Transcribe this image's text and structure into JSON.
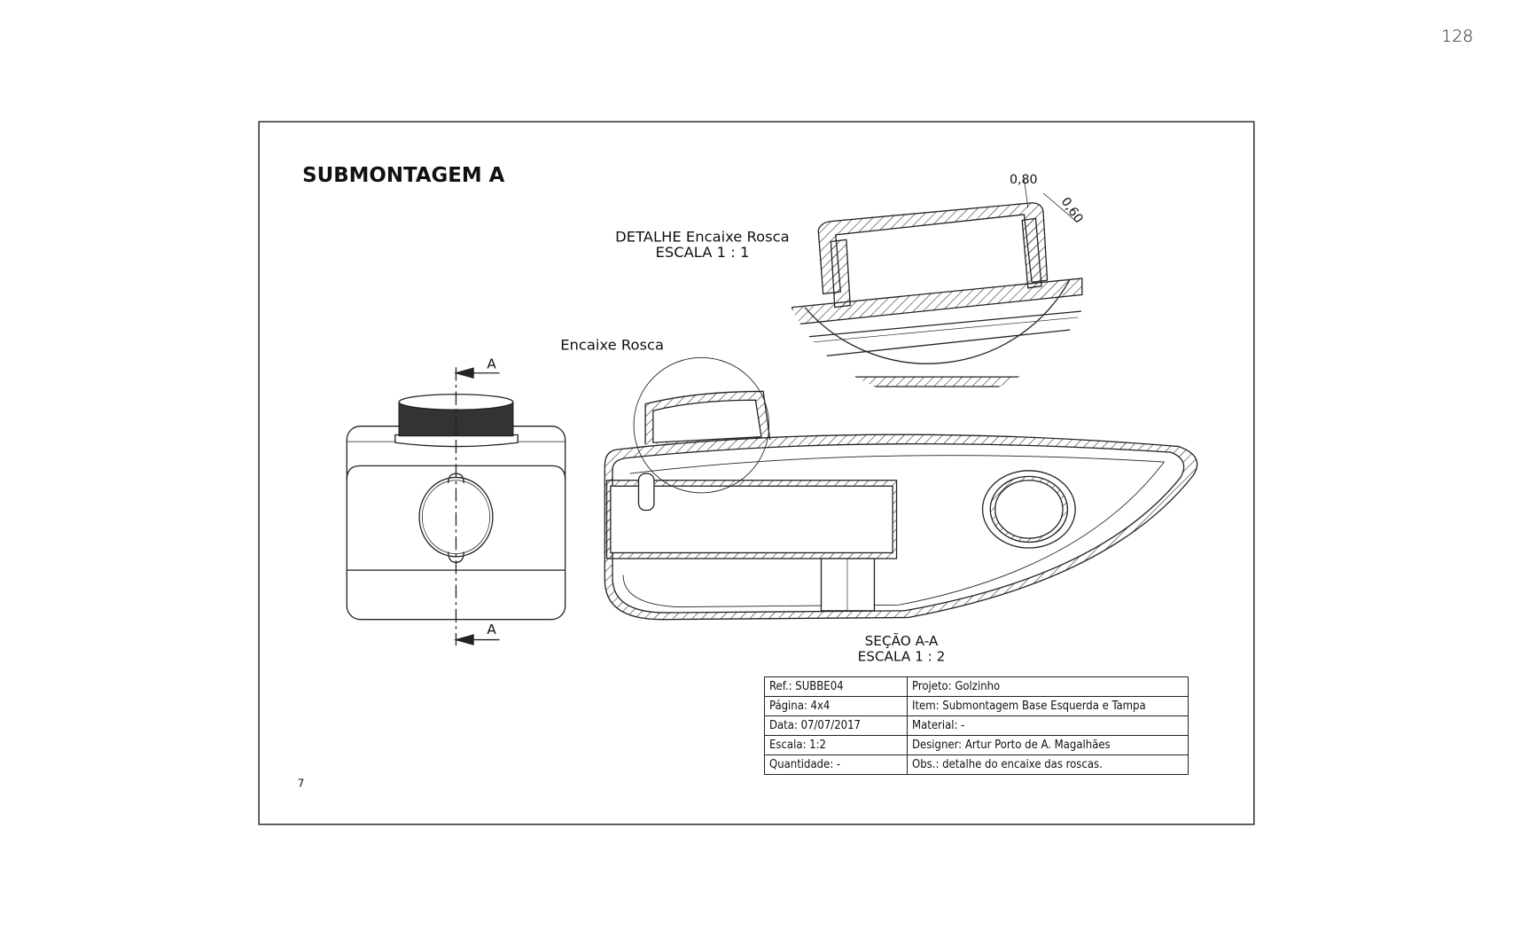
{
  "page_number": "128",
  "sheet": {
    "title": "SUBMONTAGEM A",
    "sheet_number": "7",
    "detail_label": "DETALHE Encaixe Rosca",
    "detail_scale": "ESCALA 1 : 1",
    "detail_callout": "Encaixe Rosca",
    "section_label": "SEÇÃO A-A",
    "section_scale": "ESCALA 1 : 2",
    "section_marker": "A",
    "dimensions": [
      "0,80",
      "0,60"
    ]
  },
  "title_block": [
    [
      "Ref.: SUBBE04",
      "Projeto: Golzinho"
    ],
    [
      "Página: 4x4",
      "Item: Submontagem Base Esquerda e Tampa"
    ],
    [
      "Data: 07/07/2017",
      "Material: -"
    ],
    [
      "Escala: 1:2",
      "Designer: Artur Porto de A. Magalhães"
    ],
    [
      "Quantidade: -",
      "Obs.: detalhe do encaixe das roscas."
    ]
  ]
}
